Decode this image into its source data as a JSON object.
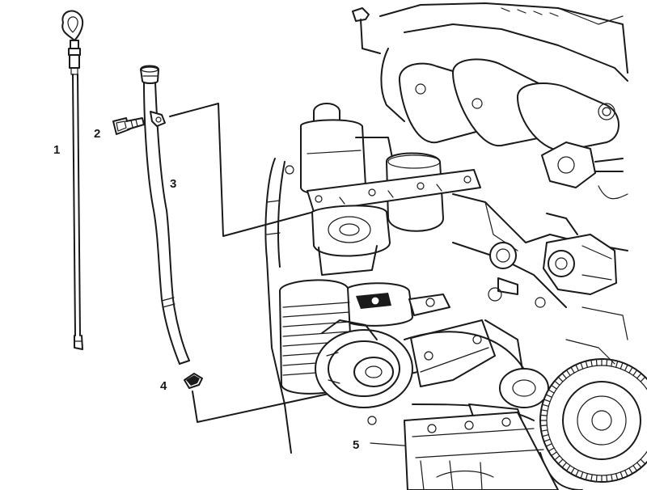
{
  "callouts": [
    {
      "id": "1",
      "label": "1"
    },
    {
      "id": "2",
      "label": "2"
    },
    {
      "id": "3",
      "label": "3"
    },
    {
      "id": "4",
      "label": "4"
    },
    {
      "id": "5",
      "label": "5"
    }
  ],
  "colors": {
    "ink": "#1a1a1a",
    "paper": "#ffffff"
  }
}
